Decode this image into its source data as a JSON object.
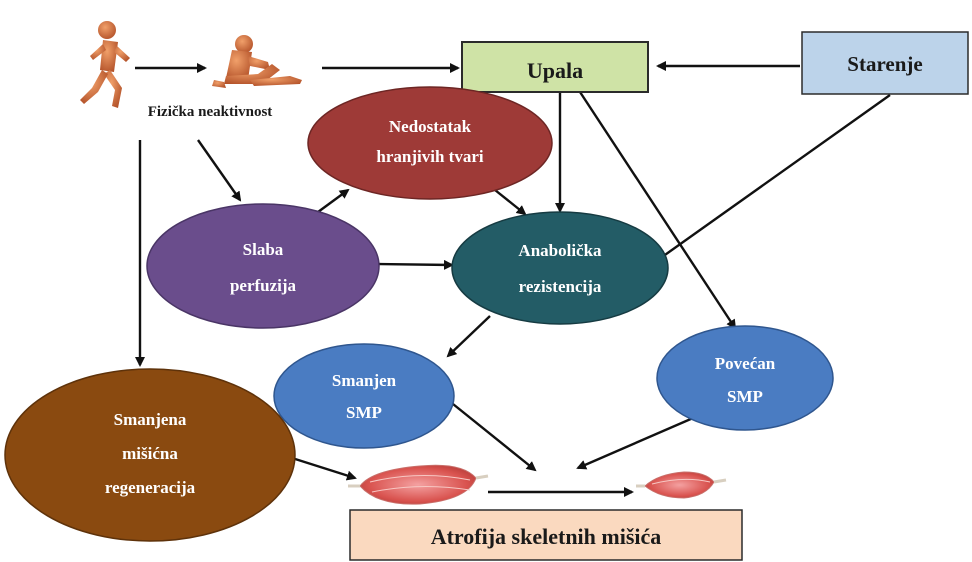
{
  "nodes": {
    "fizicka_neaktivnost": {
      "label": "Fizička neaktivnost"
    },
    "upala": {
      "label": "Upala",
      "fill": "#cfe3a6"
    },
    "starenje": {
      "label": "Starenje",
      "fill": "#bcd3ea"
    },
    "nedostatak": {
      "line1": "Nedostatak",
      "line2": "hranjivih tvari",
      "fill": "#9e3a37"
    },
    "slaba_perfuzija": {
      "line1": "Slaba",
      "line2": "perfuzija",
      "fill": "#6a4d8c"
    },
    "anabolicka": {
      "line1": "Anabolička",
      "line2": "rezistencija",
      "fill": "#235c66"
    },
    "smanjen_smp": {
      "line1": "Smanjen",
      "line2": "SMP",
      "fill": "#4a7cc2"
    },
    "povecan_smp": {
      "line1": "Povećan",
      "line2": "SMP",
      "fill": "#4a7cc2"
    },
    "smanjena_regeneracija": {
      "line1": "Smanjena",
      "line2": "mišićna",
      "line3": "regeneracija",
      "fill": "#8a4a10"
    },
    "atrofija": {
      "label": "Atrofija skeletnih mišića",
      "fill": "#fad9bf"
    }
  }
}
